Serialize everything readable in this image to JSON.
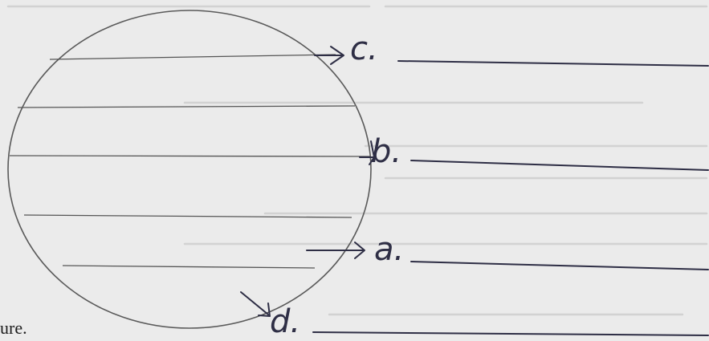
{
  "page_fragment_text": "ure.",
  "labels": {
    "c": "c.",
    "b": "b.",
    "a": "a.",
    "d": "d."
  },
  "ink_color": "#2e2e45",
  "pencil_color": "#4a4a4a",
  "paper_color": "#ebebeb"
}
